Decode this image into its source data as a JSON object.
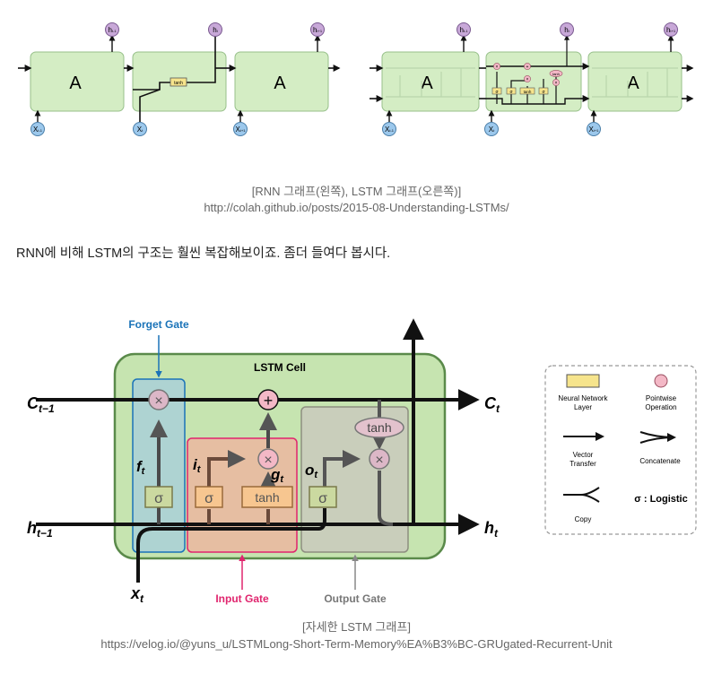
{
  "top": {
    "rnn": {
      "block_label": "A",
      "h_prev": "h",
      "h_prev_sub": "t-1",
      "h_cur": "h",
      "h_cur_sub": "t",
      "h_next": "h",
      "h_next_sub": "t+1",
      "x_prev": "X",
      "x_prev_sub": "t-1",
      "x_cur": "X",
      "x_cur_sub": "t",
      "x_next": "X",
      "x_next_sub": "t+1",
      "tanh": "tanh"
    },
    "lstm": {
      "block_label": "A",
      "h_prev": "h",
      "h_prev_sub": "t-1",
      "h_cur": "h",
      "h_cur_sub": "t",
      "h_next": "h",
      "h_next_sub": "t+1",
      "x_prev": "X",
      "x_prev_sub": "t-1",
      "x_cur": "X",
      "x_cur_sub": "t",
      "x_next": "X",
      "x_next_sub": "t+1",
      "sigma": "σ",
      "tanh": "tanh",
      "times": "×",
      "plus": "+"
    }
  },
  "caption1": "[RNN 그래프(왼쪽), LSTM 그래프(오른쪽)]",
  "caption1_url": "http://colah.github.io/posts/2015-08-Understanding-LSTMs/",
  "paragraph": "RNN에 비해 LSTM의 구조는 훨씬 복잡해보이죠. 좀더 들여다 봅시다.",
  "cell": {
    "title": "LSTM Cell",
    "forget_gate": "Forget Gate",
    "input_gate": "Input Gate",
    "output_gate": "Output Gate",
    "c_prev": "C",
    "c_prev_sub": "t−1",
    "c_cur": "C",
    "c_cur_sub": "t",
    "h_prev": "h",
    "h_prev_sub": "t−1",
    "h_cur": "h",
    "h_cur_sub": "t",
    "x": "x",
    "x_sub": "t",
    "f": "f",
    "f_sub": "t",
    "i": "i",
    "i_sub": "t",
    "g": "g",
    "g_sub": "t",
    "o": "o",
    "o_sub": "t",
    "sigma": "σ",
    "tanh": "tanh",
    "times": "×",
    "plus": "+"
  },
  "legend": {
    "nn_layer": [
      "Neural Network",
      "Layer"
    ],
    "pointwise": [
      "Pointwise",
      "Operation"
    ],
    "vector": [
      "Vector",
      "Transfer"
    ],
    "concatenate": "Concatenate",
    "copy": "Copy",
    "logistic": "σ : Logistic"
  },
  "caption2": "[자세한 LSTM 그래프]",
  "caption2_url": "https://velog.io/@yuns_u/LSTMLong-Short-Term-Memory%EA%B3%BC-GRUgated-Recurrent-Unit"
}
